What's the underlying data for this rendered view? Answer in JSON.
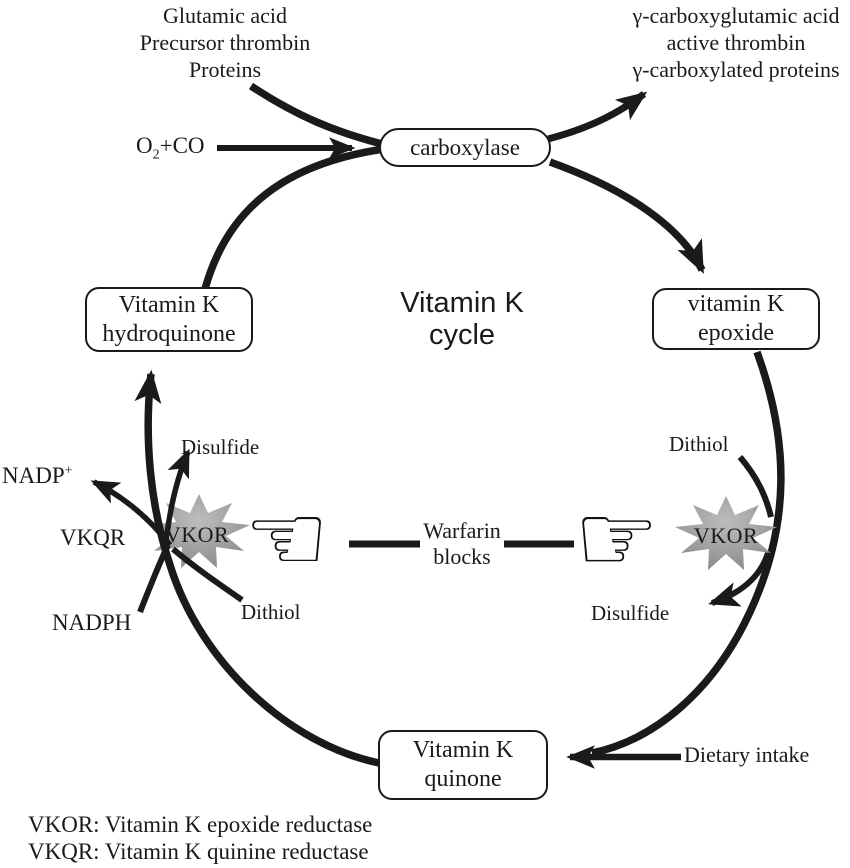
{
  "title": {
    "line1": "Vitamin K",
    "line2": "cycle"
  },
  "inputs_top_left": {
    "line1": "Glutamic acid",
    "line2": "Precursor thrombin",
    "line3": "Proteins"
  },
  "products_top_right": {
    "line1": "γ-carboxyglutamic acid",
    "line2": "active thrombin",
    "line3": "γ-carboxylated proteins"
  },
  "cofactor": {
    "base": "O",
    "sub": "2",
    "rest": "+CO"
  },
  "nodes": {
    "carboxylase": "carboxylase",
    "hydroquinone": {
      "line1": "Vitamin K",
      "line2": "hydroquinone"
    },
    "epoxide": {
      "line1": "vitamin K",
      "line2": "epoxide"
    },
    "quinone": {
      "line1": "Vitamin K",
      "line2": "quinone"
    }
  },
  "left_cluster": {
    "nadp_base": "NADP",
    "nadp_sup": "+",
    "vkqr": "VKQR",
    "nadph": "NADPH",
    "disulfide": "Disulfide",
    "dithiol": "Dithiol"
  },
  "right_cluster": {
    "dithiol": "Dithiol",
    "disulfide": "Disulfide",
    "dietary_intake": "Dietary intake"
  },
  "inhibitor": {
    "line1": "Warfarin",
    "line2": "blocks",
    "left_badge": "VKOR",
    "right_badge": "VKOR",
    "hand_left_icon": "☜",
    "hand_right_icon": "☞"
  },
  "legend": {
    "line1": "VKOR: Vitamin K epoxide reductase",
    "line2": "VKQR: Vitamin K quinine reductase"
  },
  "colors": {
    "ink": "#1a1a1a",
    "star_light": "#bdbdbd",
    "star_dark": "#898989",
    "background": "#ffffff"
  }
}
